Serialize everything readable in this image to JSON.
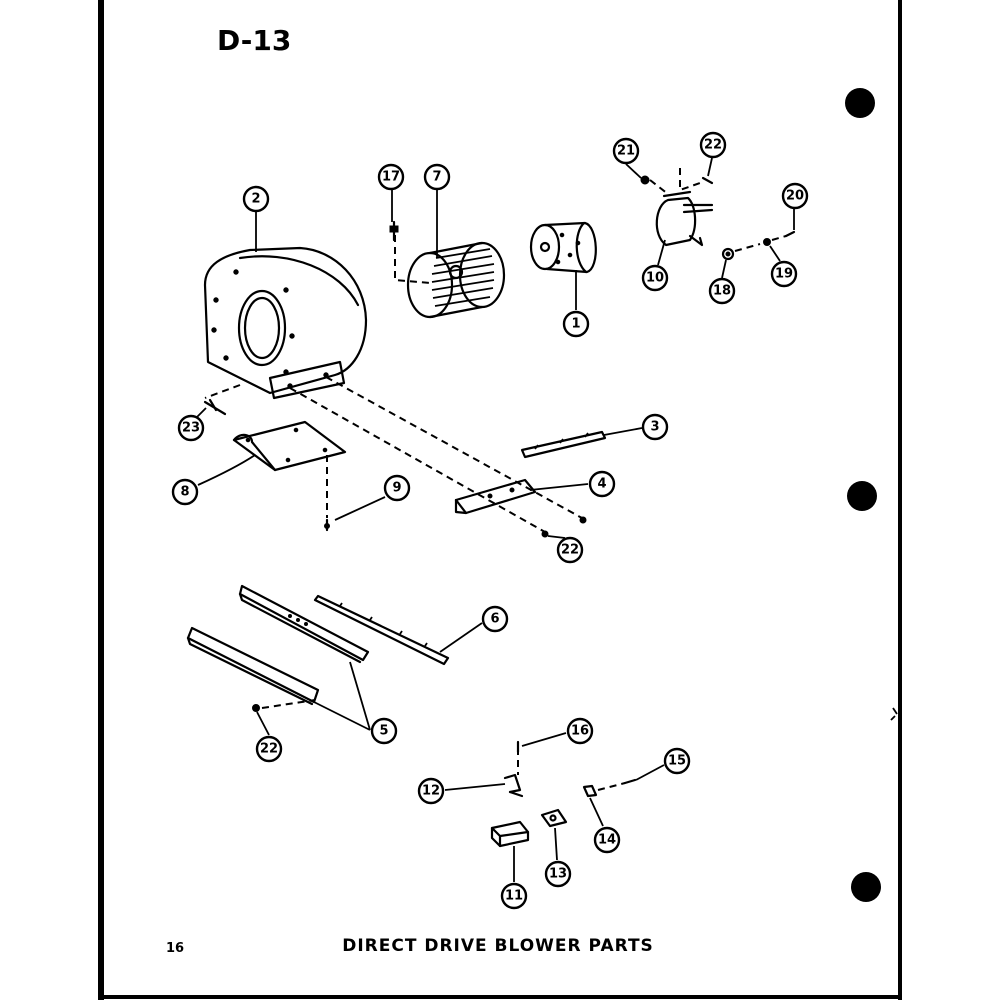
{
  "page": {
    "code": "D-13",
    "number": "16",
    "title": "DIRECT DRIVE BLOWER PARTS"
  },
  "callouts": {
    "c1": "1",
    "c2": "2",
    "c3": "3",
    "c4": "4",
    "c5": "5",
    "c6": "6",
    "c7": "7",
    "c8": "8",
    "c9": "9",
    "c10": "10",
    "c11": "11",
    "c12": "12",
    "c13": "13",
    "c14": "14",
    "c15": "15",
    "c16": "16",
    "c17": "17",
    "c18": "18",
    "c19": "19",
    "c20": "20",
    "c21": "21",
    "c22a": "22",
    "c22b": "22",
    "c22c": "22",
    "c23": "23"
  }
}
